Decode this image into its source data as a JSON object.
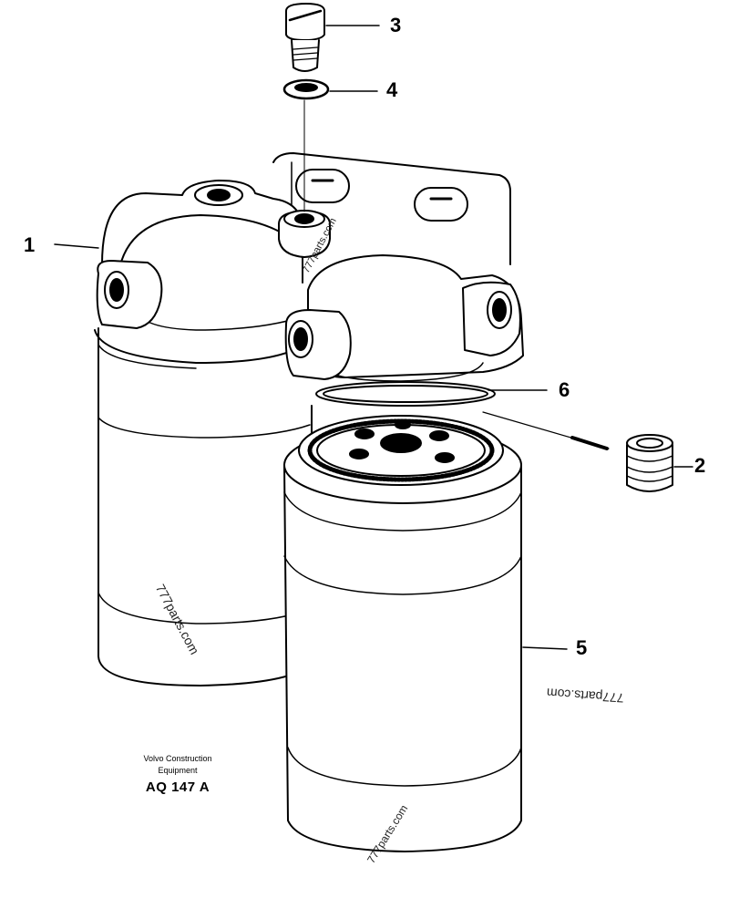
{
  "callouts": {
    "c1": "1",
    "c2": "2",
    "c3": "3",
    "c4": "4",
    "c5": "5",
    "c6": "6"
  },
  "caption": {
    "line1": "Volvo Construction",
    "line2": "Equipment",
    "code": "AQ 147 A"
  },
  "watermarks": {
    "w1": "777parts.com",
    "w2": "777parts.com",
    "w3": "777parts.com",
    "w4": "777parts.com"
  }
}
